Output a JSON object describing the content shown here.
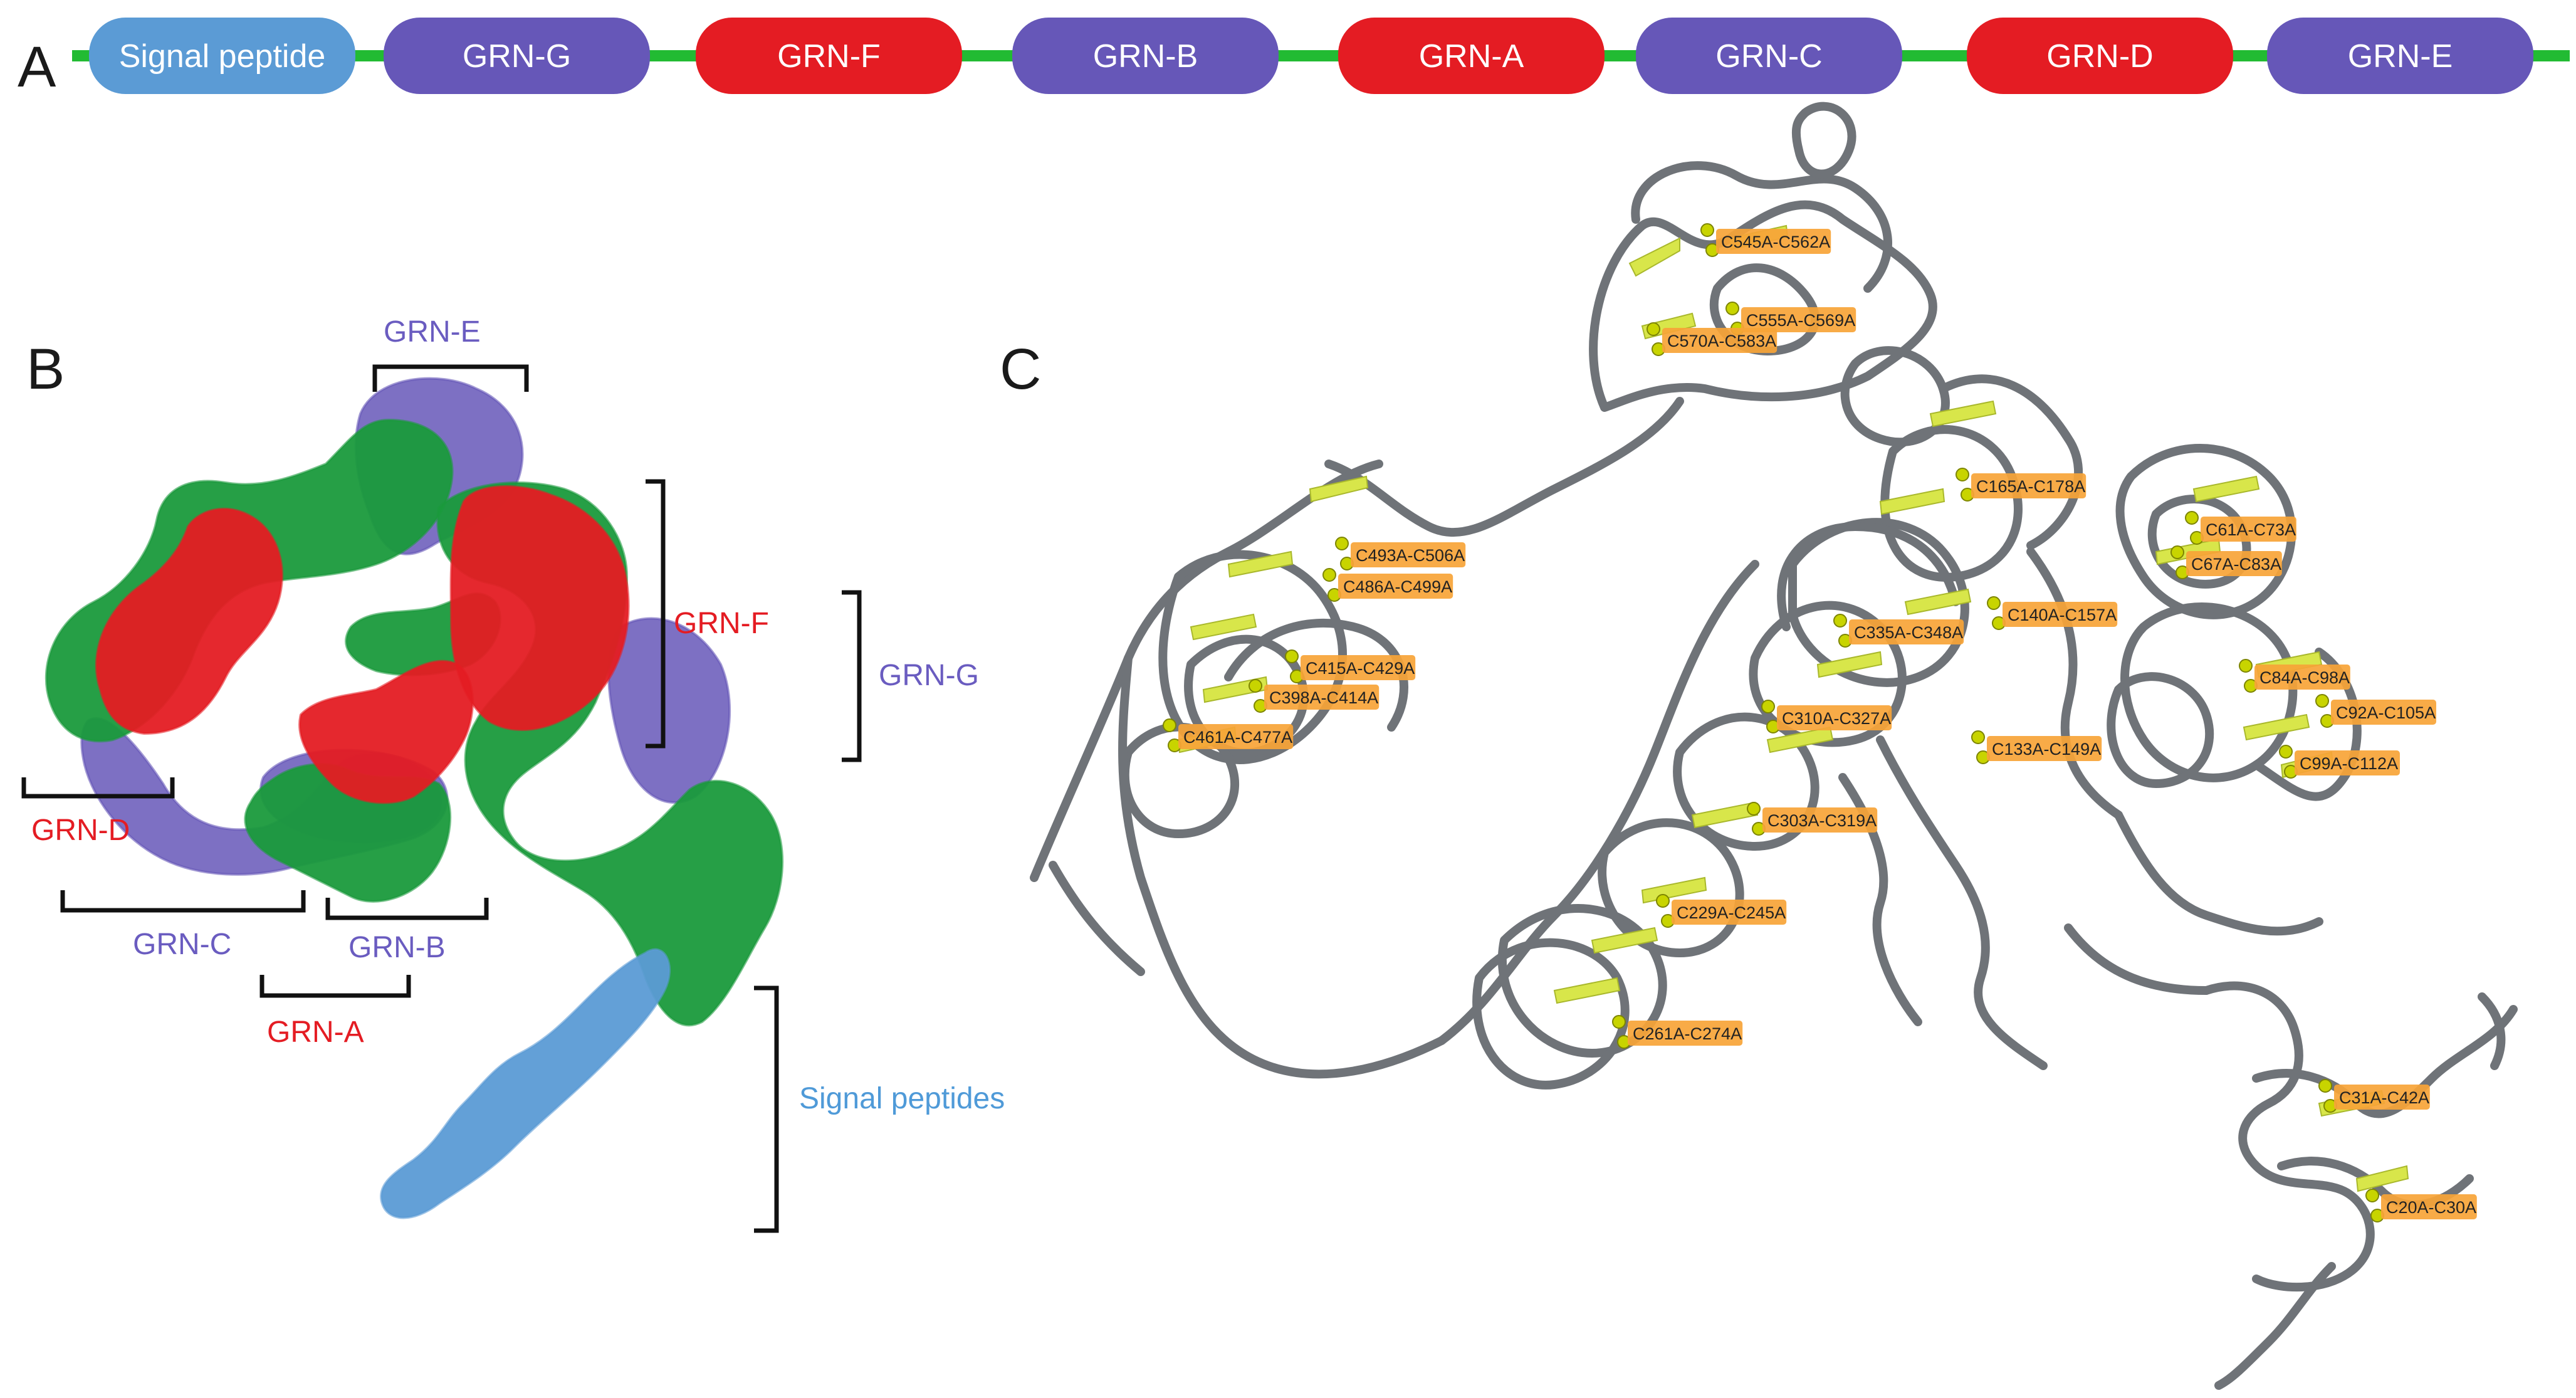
{
  "panels": {
    "a": "A",
    "b": "B",
    "c": "C"
  },
  "colors": {
    "signal": "#5b9bd5",
    "purple_domain": "#6657b8",
    "red_domain": "#e41c23",
    "linker": "#22bb33",
    "surface_green": "#1a9a3c",
    "purple_label": "#6a5cc0",
    "red_label": "#e41c23",
    "blue_label": "#4f9ad8",
    "ribbon": "#6f7378",
    "sheet": "#d8e64a",
    "bond_label_bg": "#f7a437",
    "sulfur": "#c8d400"
  },
  "domains": [
    {
      "label": "Signal peptide",
      "color": "signal"
    },
    {
      "label": "GRN-G",
      "color": "purple_domain"
    },
    {
      "label": "GRN-F",
      "color": "red_domain"
    },
    {
      "label": "GRN-B",
      "color": "purple_domain"
    },
    {
      "label": "GRN-A",
      "color": "red_domain"
    },
    {
      "label": "GRN-C",
      "color": "purple_domain"
    },
    {
      "label": "GRN-D",
      "color": "red_domain"
    },
    {
      "label": "GRN-E",
      "color": "purple_domain"
    }
  ],
  "surface_labels": {
    "grn_e": "GRN-E",
    "grn_f": "GRN-F",
    "grn_g": "GRN-G",
    "grn_d": "GRN-D",
    "grn_c": "GRN-C",
    "grn_b": "GRN-B",
    "grn_a": "GRN-A",
    "signal": "Signal peptides"
  },
  "disulfide_bonds": [
    "C545A-C562A",
    "C555A-C569A",
    "C570A-C583A",
    "C493A-C506A",
    "C486A-C499A",
    "C415A-C429A",
    "C398A-C414A",
    "C461A-C477A",
    "C165A-C178A",
    "C335A-C348A",
    "C140A-C157A",
    "C310A-C327A",
    "C133A-C149A",
    "C303A-C319A",
    "C229A-C245A",
    "C261A-C274A",
    "C61A-C73A",
    "C67A-C83A",
    "C84A-C98A",
    "C92A-C105A",
    "C99A-C112A",
    "C31A-C42A",
    "C20A-C30A"
  ]
}
